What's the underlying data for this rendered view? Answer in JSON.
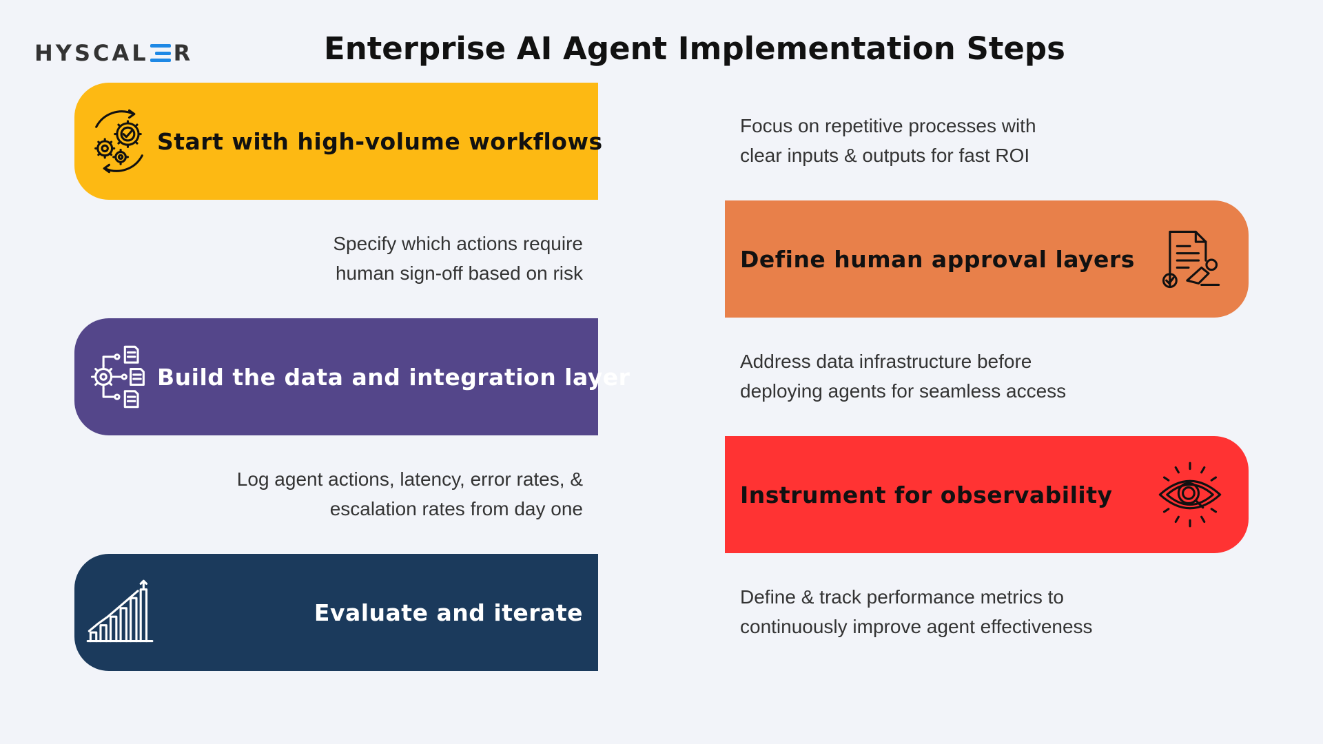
{
  "logo": {
    "pre": "HYSCAL",
    "post": "R"
  },
  "title": "Enterprise AI Agent Implementation Steps",
  "colors": {
    "step1": "#fdb913",
    "step2": "#e8804a",
    "step3": "#54468a",
    "step4": "#ff3333",
    "step5": "#1b3a5c",
    "accent": "#1e88e5"
  },
  "steps": [
    {
      "label": "Start with high-volume workflows",
      "icon": "gears-cycle-icon",
      "desc": [
        "Focus on repetitive processes with",
        "clear inputs & outputs for fast ROI"
      ]
    },
    {
      "label": "Define human approval layers",
      "icon": "document-approval-icon",
      "desc": [
        "Specify which actions require",
        "human sign-off based on risk"
      ]
    },
    {
      "label": "Build the data and integration layer",
      "icon": "integration-flow-icon",
      "desc": [
        "Address data infrastructure before",
        "deploying agents for seamless access"
      ]
    },
    {
      "label": "Instrument for observability",
      "icon": "eye-magnifier-icon",
      "desc": [
        "Log agent actions, latency, error rates, &",
        "escalation rates from day one"
      ]
    },
    {
      "label": "Evaluate and iterate",
      "icon": "growth-chart-icon",
      "desc": [
        "Define & track performance metrics to",
        "continuously improve agent effectiveness"
      ]
    }
  ]
}
